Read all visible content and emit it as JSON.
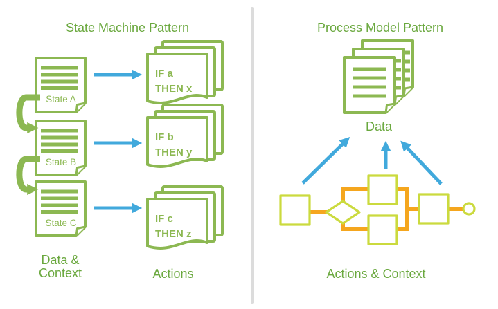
{
  "colors": {
    "background": "#ffffff",
    "green": "#8cb852",
    "text_green": "#6aa83e",
    "blue": "#41a9dc",
    "orange": "#f5a61e",
    "lime": "#cbda3e",
    "divider": "#dcdcdc"
  },
  "left_panel": {
    "title": "State Machine Pattern",
    "states": [
      {
        "label": "State A"
      },
      {
        "label": "State B"
      },
      {
        "label": "State C"
      }
    ],
    "actions": [
      {
        "condition": "IF a",
        "result": "THEN x"
      },
      {
        "condition": "IF b",
        "result": "THEN y"
      },
      {
        "condition": "IF c",
        "result": "THEN z"
      }
    ],
    "data_label_line1": "Data &",
    "data_label_line2": "Context",
    "actions_label": "Actions"
  },
  "right_panel": {
    "title": "Process Model Pattern",
    "data_label": "Data",
    "bottom_label": "Actions & Context"
  }
}
